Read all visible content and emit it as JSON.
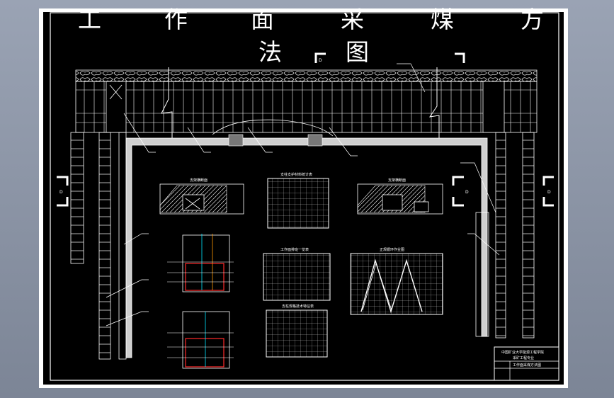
{
  "title_row1": [
    "工",
    "作",
    "面",
    "采",
    "煤",
    "方"
  ],
  "title_row2": [
    "法",
    "图"
  ],
  "section_marks": [
    "D",
    "D",
    "D",
    "D"
  ],
  "figure_titles": {
    "left_section": "支架横断面",
    "right_section": "支架横断面",
    "tbl1": "支柱支护材料统计表",
    "tbl2": "工作面排班一览表",
    "tbl3": "支柱规格技术特征表",
    "cycle": "正规循环作业图"
  },
  "title_block": {
    "line1": "中国矿业大学能源工程学院",
    "line2": "采矿工程专业",
    "line3": "工作面采煤方法图"
  },
  "colors": {
    "line": "#ffffff",
    "accent_red": "#ff2a2a",
    "cyan": "#00e5ff",
    "orange": "#ff9900",
    "fill_gray": "#cfcfcf",
    "bg": "#000000"
  }
}
